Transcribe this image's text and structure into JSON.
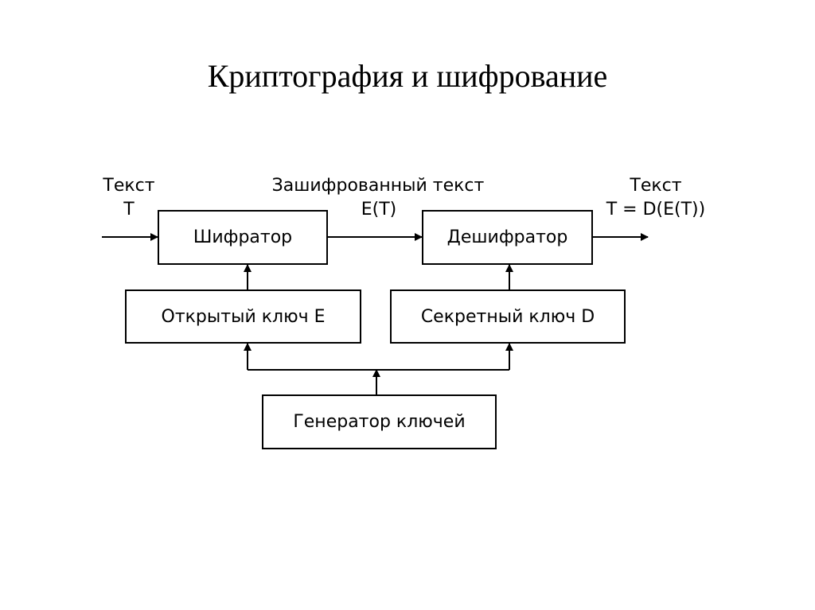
{
  "title": "Криптография и шифрование",
  "labels": {
    "input_text": "Текст",
    "input_symbol": "T",
    "cipher_text": "Зашифрованный текст",
    "cipher_symbol": "E(T)",
    "output_text": "Текст",
    "output_symbol": "T = D(E(T))"
  },
  "blocks": {
    "encoder": "Шифратор",
    "decoder": "Дешифратор",
    "public_key": "Открытый ключ E",
    "secret_key": "Секретный ключ D",
    "key_generator": "Генератор ключей"
  }
}
